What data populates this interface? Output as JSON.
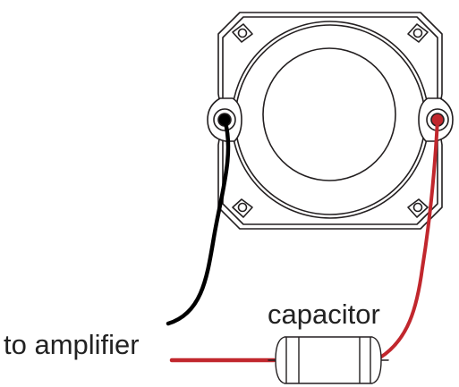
{
  "labels": {
    "capacitor": "capacitor",
    "amplifier": "to amplifier"
  },
  "colors": {
    "outline": "#231f20",
    "negative_wire": "#000000",
    "positive_wire": "#c1272d",
    "positive_terminal": "#c1272d",
    "background": "#ffffff"
  },
  "components": {
    "speaker": "speaker-driver",
    "capacitor": "inline-capacitor",
    "negative_terminal": "negative-terminal",
    "positive_terminal": "positive-terminal"
  }
}
